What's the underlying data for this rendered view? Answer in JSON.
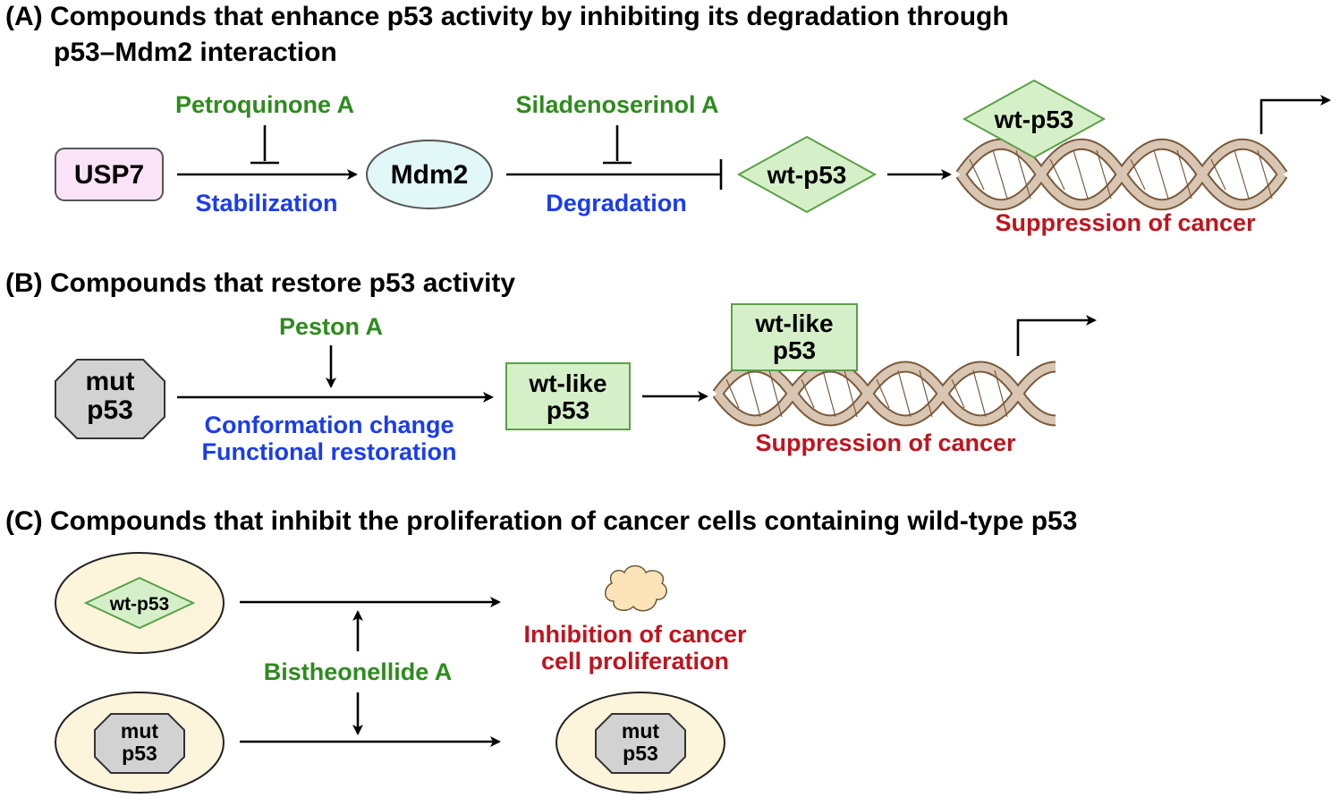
{
  "section_a": {
    "heading_line1": "(A) Compounds that enhance p53 activity by inhibiting its degradation through",
    "heading_line2": "p53–Mdm2 interaction",
    "compound_1": "Petroquinone A",
    "compound_2": "Siladenoserinol A",
    "usp7": "USP7",
    "mdm2": "Mdm2",
    "wt_p53": "wt-p53",
    "wt_p53_bound": "wt-p53",
    "stabilization": "Stabilization",
    "degradation": "Degradation",
    "outcome": "Suppression of cancer"
  },
  "section_b": {
    "heading": "(B) Compounds that restore p53 activity",
    "compound": "Peston A",
    "mut_line1": "mut",
    "mut_line2": "p53",
    "wtlike_line1": "wt-like",
    "wtlike_line2": "p53",
    "wtlike_bound_line1": "wt-like",
    "wtlike_bound_line2": "p53",
    "effect_line1": "Conformation change",
    "effect_line2": "Functional restoration",
    "outcome": "Suppression of cancer"
  },
  "section_c": {
    "heading": "(C) Compounds that inhibit the proliferation of cancer cells containing wild-type p53",
    "compound": "Bistheonellide A",
    "cell1_label": "wt-p53",
    "cell2_line1": "mut",
    "cell2_line2": "p53",
    "cell3_line1": "mut",
    "cell3_line2": "p53",
    "outcome_line1": "Inhibition of cancer",
    "outcome_line2": "cell proliferation"
  },
  "colors": {
    "compound_green": "#2e8b1e",
    "process_blue": "#1a3cf0",
    "outcome_red": "#c0141e",
    "usp7_fill": "#fbe3f7",
    "mdm2_fill": "#e2f7f7",
    "p53_green_fill": "#d5f0c8",
    "p53_green_stroke": "#5aa046",
    "mut_fill": "#d2d2d2",
    "cell_fill": "#fdf4dc",
    "dna_brown": "#7a5a3c",
    "dna_light": "#d8c6b3",
    "cloud_fill": "#fde3b8"
  },
  "icons": {
    "dna": "dna-double-helix",
    "transcription": "transcription-start-arrow",
    "debris": "cell-debris-cloud"
  }
}
